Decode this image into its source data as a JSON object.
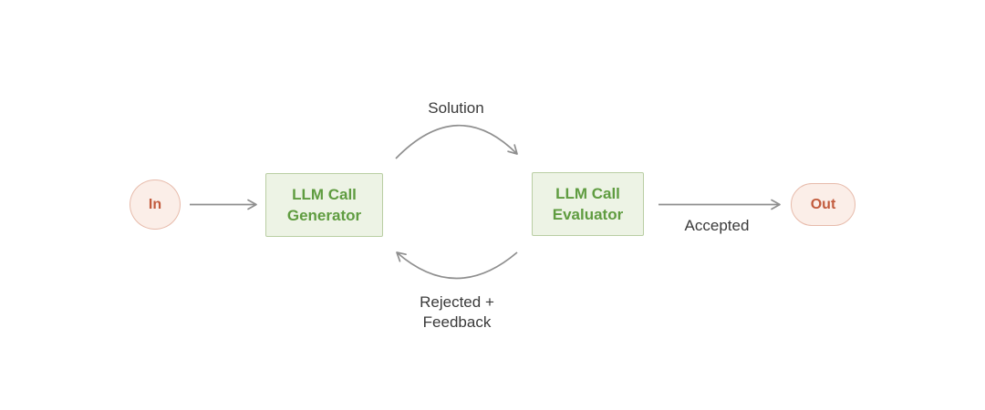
{
  "diagram": {
    "type": "workflow-flowchart",
    "nodes": {
      "in": {
        "label": "In",
        "shape": "circle",
        "fill": "#FBEEE8",
        "border": "#E7BBAB",
        "text_color": "#C25B3D"
      },
      "generator": {
        "line1": "LLM Call",
        "line2": "Generator",
        "shape": "rectangle",
        "fill": "#EDF3E5",
        "border": "#B9CEA3",
        "text_color": "#5F9C40"
      },
      "evaluator": {
        "line1": "LLM Call",
        "line2": "Evaluator",
        "shape": "rectangle",
        "fill": "#EDF3E5",
        "border": "#B9CEA3",
        "text_color": "#5F9C40"
      },
      "out": {
        "label": "Out",
        "shape": "pill",
        "fill": "#FBEEE8",
        "border": "#E7BBAB",
        "text_color": "#C25B3D"
      }
    },
    "edges": {
      "in_to_generator": {
        "from": "in",
        "to": "generator",
        "style": "straight",
        "label": ""
      },
      "generator_to_evaluator": {
        "from": "generator",
        "to": "evaluator",
        "style": "arc-over",
        "label": "Solution"
      },
      "evaluator_to_generator": {
        "from": "evaluator",
        "to": "generator",
        "style": "arc-under",
        "label_line1": "Rejected +",
        "label_line2": "Feedback"
      },
      "evaluator_to_out": {
        "from": "evaluator",
        "to": "out",
        "style": "straight",
        "label": "Accepted"
      }
    },
    "labels": {
      "solution": "Solution",
      "accepted": "Accepted",
      "rejected_line1": "Rejected +",
      "rejected_line2": "Feedback"
    },
    "colors": {
      "background": "#FFFFFF",
      "arrow": "#8F8F8F",
      "label_text": "#3A3A3A"
    }
  }
}
